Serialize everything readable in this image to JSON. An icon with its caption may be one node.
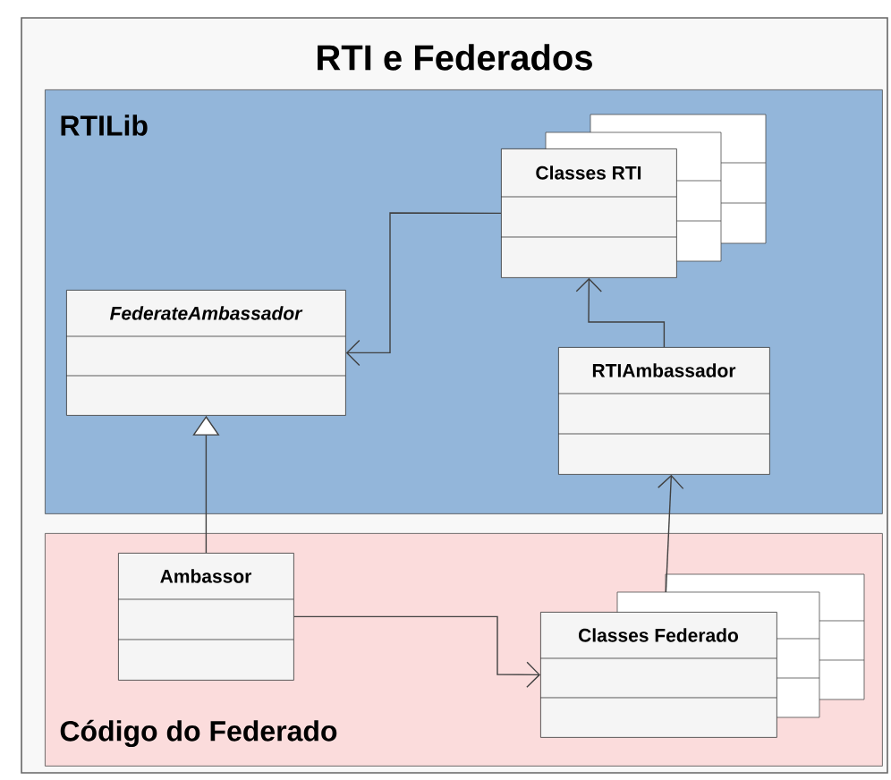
{
  "diagram": {
    "title": "RTI e Federados",
    "nodes": [
      {
        "text": [
          "RTILib"
        ]
      },
      {
        "text": [
          "Classes RTI"
        ],
        "in": 0
      },
      {
        "text": [
          "FederateAmbassador"
        ],
        "in": 0
      },
      {
        "text": [
          "RTIAmbassador"
        ],
        "in": 0
      },
      {
        "text": [
          "Código do Federado"
        ]
      },
      {
        "text": [
          "Ambassor"
        ],
        "in": 4
      },
      {
        "text": [
          "Classes Federado"
        ],
        "in": 4
      }
    ],
    "edges": [
      {
        "from": 1,
        "to": 2,
        "arrow": "to"
      },
      {
        "from": 3,
        "to": 1,
        "arrow": "to"
      },
      {
        "from": 5,
        "to": 2,
        "arrow": "to"
      },
      {
        "from": 6,
        "to": 3,
        "arrow": "to"
      },
      {
        "from": 5,
        "to": 6,
        "arrow": "to"
      }
    ]
  }
}
